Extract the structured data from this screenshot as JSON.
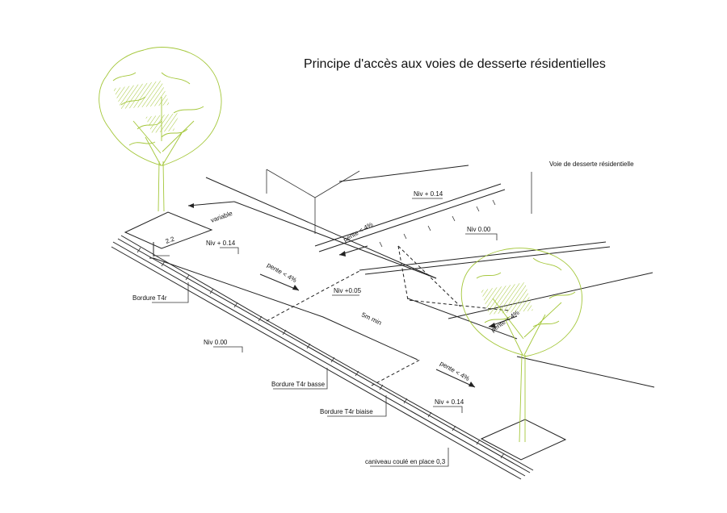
{
  "title": "Principe d'accès aux voies de desserte résidentielles",
  "labels": {
    "voie": "Voie de desserte résidentielle",
    "niv_014_top": "Niv + 0.14",
    "niv_000_right": "Niv 0.00",
    "variable": "variable",
    "dim_22": "2.2",
    "niv_014_left": "Niv + 0.14",
    "pente_top": "pente < 4%",
    "pente_mid": "pente < 4%",
    "pente_right": "pente < 4%",
    "pente_bottom": "pente < 4%",
    "niv_005": "Niv +0.05",
    "min_5m": "5m min",
    "bordure_t4r": "Bordure T4r",
    "niv_000_left": "Niv 0.00",
    "bordure_basse": "Bordure T4r basse",
    "bordure_biaise": "Bordure T4r biaise",
    "niv_014_bottom": "Niv + 0.14",
    "caniveau": "caniveau coulé en place 0,3"
  },
  "colors": {
    "tree": "#a4c73a",
    "line": "#222222"
  },
  "icons": [
    "tree-icon"
  ]
}
